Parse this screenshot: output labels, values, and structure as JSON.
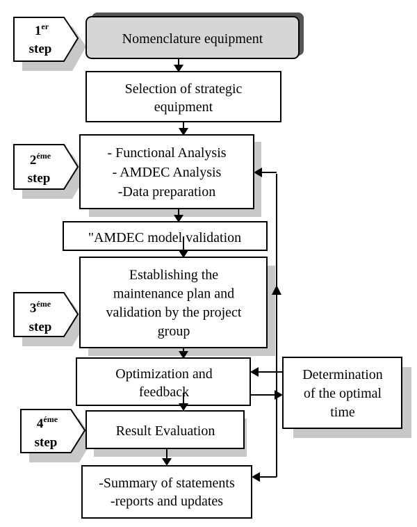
{
  "steps": [
    {
      "num": "1",
      "suffix": "er",
      "word": "step"
    },
    {
      "num": "2",
      "suffix": "éme",
      "word": "step"
    },
    {
      "num": "3",
      "suffix": "éme",
      "word": "step"
    },
    {
      "num": "4",
      "suffix": "éme",
      "word": "step"
    }
  ],
  "boxes": {
    "nomenclature": [
      "Nomenclature equipment"
    ],
    "selection": [
      "Selection of strategic",
      "equipment"
    ],
    "analysis": [
      "- Functional Analysis",
      "- AMDEC Analysis",
      "-Data preparation"
    ],
    "validation": [
      "\"AMDEC model validation"
    ],
    "plan": [
      "Establishing the",
      "maintenance plan and",
      "validation by the project",
      "group"
    ],
    "optimization": [
      "Optimization and",
      "feedback"
    ],
    "determination": [
      "Determination",
      "of the optimal",
      "time"
    ],
    "evaluation": [
      "Result Evaluation"
    ],
    "summary": [
      "-Summary of statements",
      "-reports and updates"
    ]
  },
  "colors": {
    "shadow": "#c8c8c8",
    "highlight_box": "#d6d6d6",
    "line": "#000000"
  }
}
